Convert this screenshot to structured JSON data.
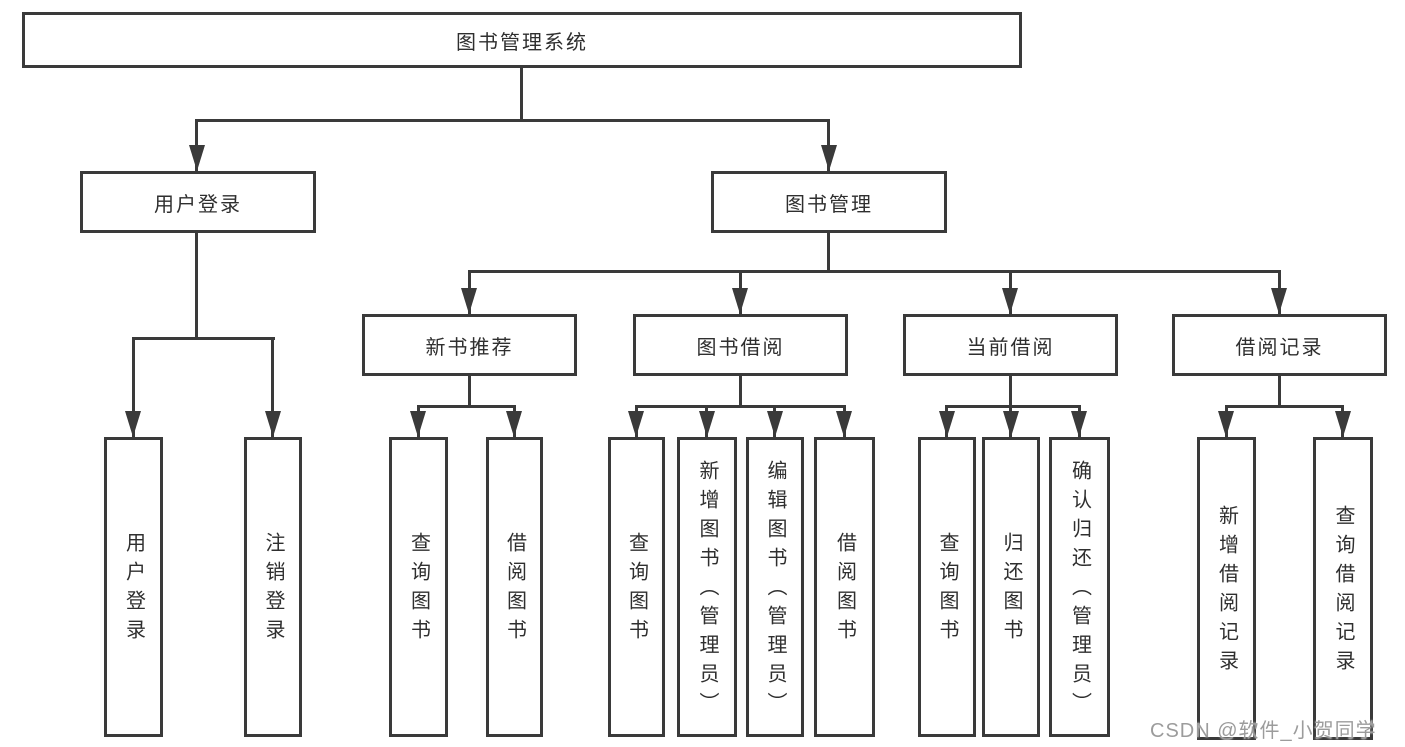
{
  "diagram_title": "图书管理系统",
  "nodes": {
    "root": "图书管理系统",
    "user_login": "用户登录",
    "book_mgmt": "图书管理",
    "new_book_rec": "新书推荐",
    "book_borrow": "图书借阅",
    "current_borrow": "当前借阅",
    "borrow_records": "借阅记录",
    "leaf_user_login": "用户登录",
    "leaf_logout": "注销登录",
    "leaf_query_books_rec": "查询图书",
    "leaf_borrow_books_rec": "借阅图书",
    "leaf_query_books_borrow": "查询图书",
    "leaf_add_book_admin": "新增图书（管理员）",
    "leaf_edit_book_admin": "编辑图书（管理员）",
    "leaf_borrow_books_borrow": "借阅图书",
    "leaf_query_books_current": "查询图书",
    "leaf_return_books": "归还图书",
    "leaf_confirm_return_admin": "确认归还（管理员）",
    "leaf_add_borrow_record": "新增借阅记录",
    "leaf_query_borrow_record": "查询借阅记录"
  },
  "watermark": "CSDN @软件_小贺同学",
  "colors": {
    "line": "#3a3a3a",
    "text": "#2f2f2f",
    "watermark": "#9c9c9c",
    "background": "#ffffff"
  }
}
